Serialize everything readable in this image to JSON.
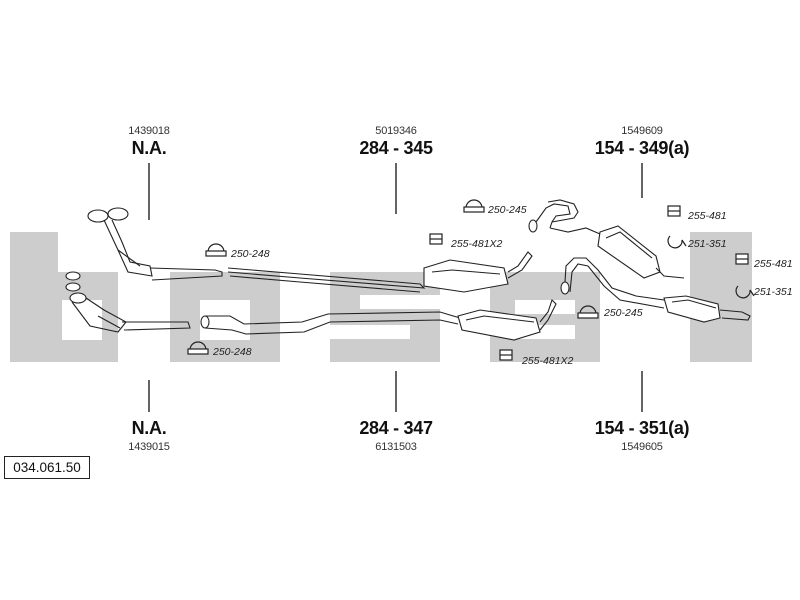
{
  "watermark_text": "bosal",
  "diagram_code": "034.061.50",
  "groups": {
    "front_top": {
      "ref": "1439018",
      "code": "N.A."
    },
    "front_bottom": {
      "ref": "1439015",
      "code": "N.A."
    },
    "middle_top": {
      "ref": "5019346",
      "code": "284 - 345"
    },
    "middle_bottom": {
      "ref": "6131503",
      "code": "284 - 347"
    },
    "rear_top": {
      "ref": "1549609",
      "code": "154 - 349(a)"
    },
    "rear_bottom": {
      "ref": "1549605",
      "code": "154 - 351(a)"
    }
  },
  "accessories": {
    "clamp_front_top": "250-248",
    "clamp_front_bottom": "250-248",
    "clamp_middle_top": "250-245",
    "mount_middle_top": "255-481X2",
    "mount_middle_bottom": "255-481X2",
    "clamp_rear_bottom": "250-245",
    "mount_rear_top": "255-481",
    "clip_rear_top": "251-351",
    "mount_rear_bottom": "255-481",
    "clip_rear_bottom": "251-351"
  },
  "colors": {
    "watermark": "#c8c8c8",
    "line": "#222222"
  }
}
